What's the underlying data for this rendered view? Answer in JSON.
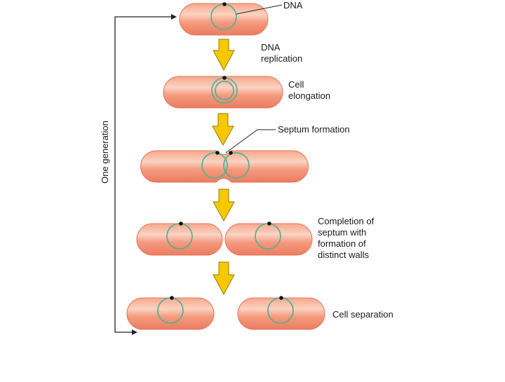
{
  "side_label": "One generation",
  "labels": {
    "dna": "DNA",
    "dna_replication": [
      "DNA",
      "replication"
    ],
    "cell_elongation": [
      "Cell",
      "elongation"
    ],
    "septum_formation": "Septum formation",
    "completion": [
      "Completion of",
      "septum with",
      "formation of",
      "distinct walls"
    ],
    "cell_separation": "Cell separation"
  },
  "colors": {
    "cell_fill": "#f4977a",
    "cell_edge": "#e8745a",
    "cell_highlight": "#fbd1c0",
    "dna_ring": "#5cae94",
    "arrow_fill": "#f6c800",
    "arrow_edge": "#9a7a00",
    "line": "#222222"
  }
}
